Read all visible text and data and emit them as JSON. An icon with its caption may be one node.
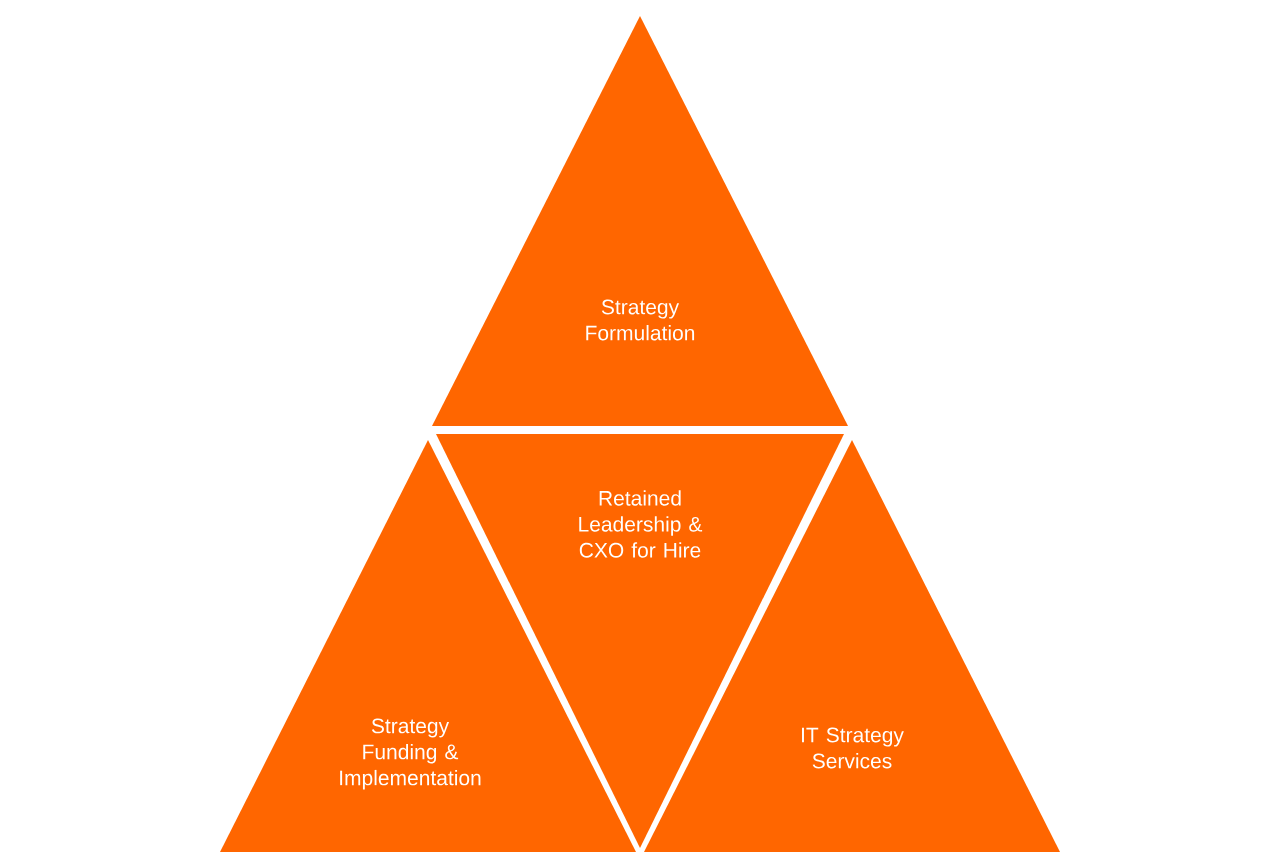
{
  "diagram": {
    "nodes": [
      {
        "text": [
          "Strategy Formulation"
        ]
      },
      {
        "text": [
          "Retained Leadership & CXO for Hire"
        ]
      },
      {
        "text": [
          "Strategy Funding & Implementation"
        ]
      },
      {
        "text": [
          "IT Strategy Services"
        ]
      }
    ]
  }
}
